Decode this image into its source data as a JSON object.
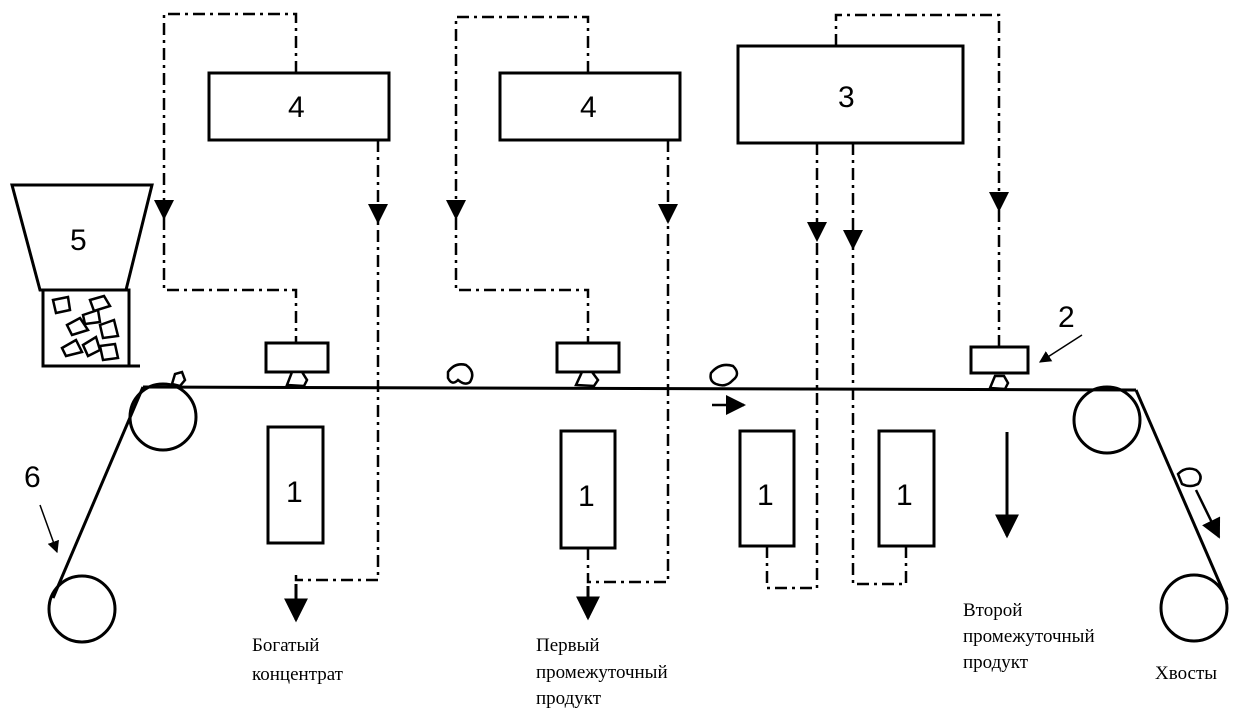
{
  "labels": {
    "sensor": "1",
    "device": "2",
    "controller_main": "3",
    "controller_left": "4",
    "controller_mid": "4",
    "hopper": "5",
    "conveyor": "6"
  },
  "outputs": {
    "rich_line1": "Богатый",
    "rich_line2": "концентрат",
    "first_line1": "Первый",
    "first_line2": "промежуточный",
    "first_line3": "продукт",
    "second_line1": "Второй",
    "second_line2": "промежуточный",
    "second_line3": "продукт",
    "tails": "Хвосты"
  }
}
